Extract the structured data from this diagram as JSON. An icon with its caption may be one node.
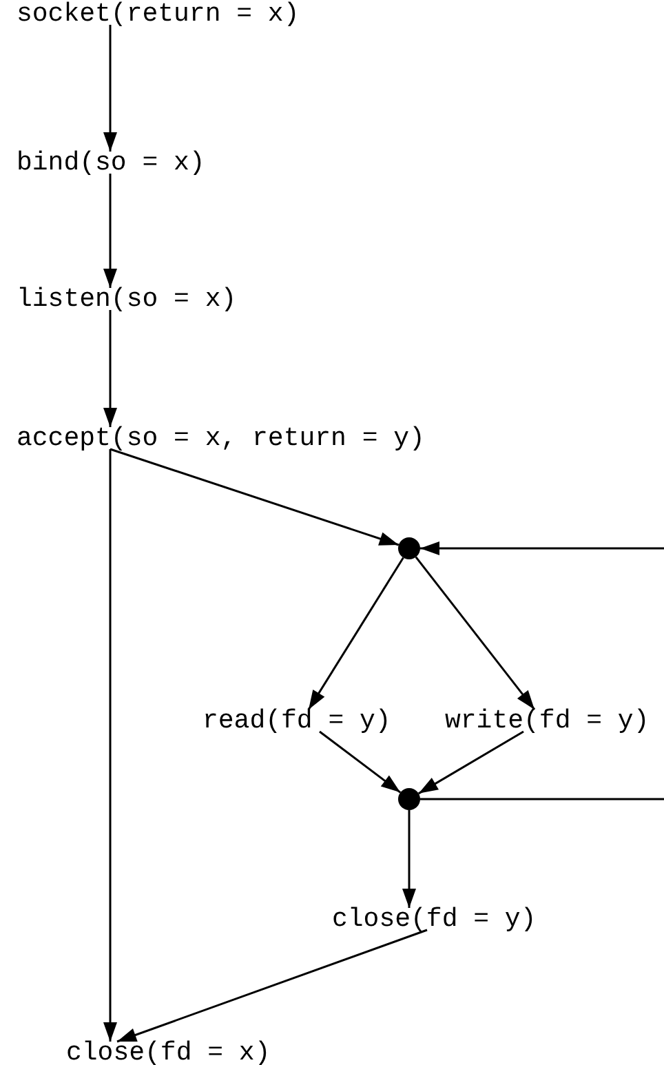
{
  "diagram": {
    "nodes": [
      {
        "text": [
          "socket(return = x)"
        ]
      },
      {
        "text": [
          "bind(so = x)"
        ]
      },
      {
        "text": [
          "listen(so = x)"
        ]
      },
      {
        "text": [
          "accept(so = x, return = y)"
        ]
      },
      {
        "text": [],
        "shape": "circle"
      },
      {
        "text": [
          "read(fd = y)"
        ]
      },
      {
        "text": [
          "write(fd = y)"
        ]
      },
      {
        "text": [],
        "shape": "circle"
      },
      {
        "text": [
          "close(fd = y)"
        ]
      },
      {
        "text": [
          "close(fd = x)"
        ]
      }
    ],
    "edges": [
      {
        "from": 0,
        "to": 1,
        "arrow": "to"
      },
      {
        "from": 1,
        "to": 2,
        "arrow": "to"
      },
      {
        "from": 2,
        "to": 3,
        "arrow": "to"
      },
      {
        "from": 3,
        "to": 4,
        "arrow": "to"
      },
      {
        "from": 3,
        "to": 9,
        "arrow": "to"
      },
      {
        "from": 4,
        "to": 5,
        "arrow": "to"
      },
      {
        "from": 4,
        "to": 6,
        "arrow": "to"
      },
      {
        "from": 5,
        "to": 7,
        "arrow": "to"
      },
      {
        "from": 6,
        "to": 7,
        "arrow": "to"
      },
      {
        "from": 7,
        "to": 8,
        "arrow": "to"
      },
      {
        "from": 8,
        "to": 9,
        "arrow": "to"
      },
      {
        "from": 7,
        "to": null,
        "arrow": "none"
      },
      {
        "from": null,
        "to": 4,
        "arrow": "to"
      }
    ]
  }
}
